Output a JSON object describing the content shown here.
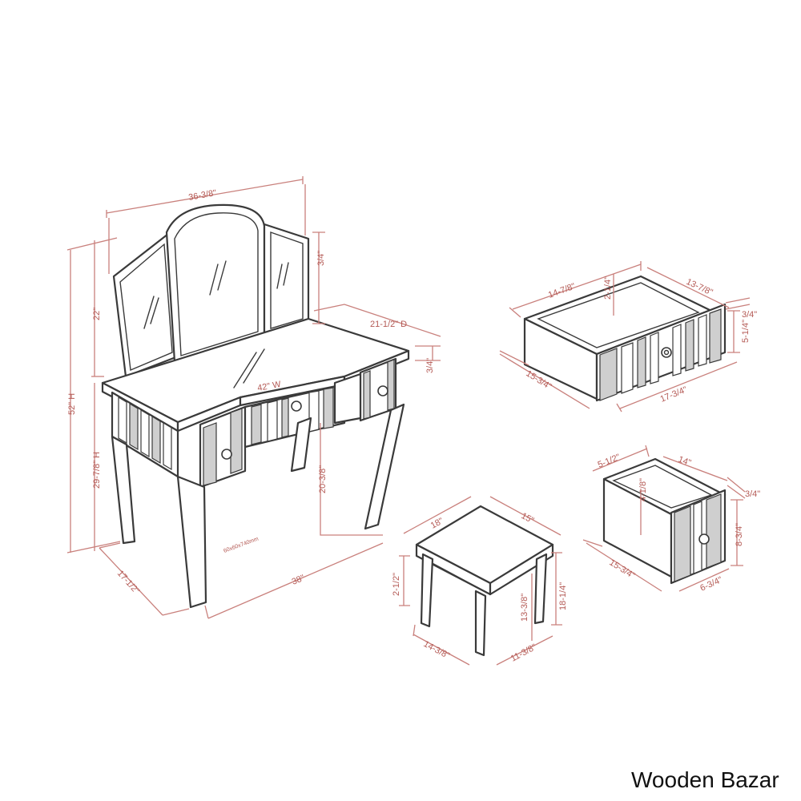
{
  "brand": "Wooden Bazar",
  "vanity": {
    "width_overall": "36-3/8\"",
    "height_total": "52\" H",
    "mirror_height": "22\"",
    "seat_height": "29-7/8\" H",
    "mirror_top_thickness": "3/4\"",
    "depth": "21-1/2\" D",
    "top_thickness": "3/4\"",
    "table_width": "42\" W",
    "knee_height": "20-3/8\"",
    "leg_span_width": "38\"",
    "leg_span_depth": "17-1/2\"",
    "note": "60x60x740mm"
  },
  "stool": {
    "seat_depth": "18\"",
    "seat_width": "15\"",
    "apron": "2-1/2\"",
    "leg_height": "13-3/8\"",
    "height": "18-1/4\"",
    "base_depth": "14-3/8\"",
    "base_width": "11-3/8\""
  },
  "large_drawer": {
    "inner_depth": "14-7/8\"",
    "inner_height": "2-1/4\"",
    "inner_width": "13-7/8\"",
    "front_thickness": "3/4\"",
    "front_height": "5-1/4\"",
    "outer_depth": "15-3/4\"",
    "front_width": "17-3/4\""
  },
  "small_drawer": {
    "inner_width": "5-1/2\"",
    "inner_depth": "14\"",
    "inner_height": "4-1/8\"",
    "front_thickness": "3/4\"",
    "front_height": "8-3/4\"",
    "outer_depth": "15-3/4\"",
    "front_width": "6-3/4\""
  },
  "colors": {
    "line": "#3a3a3a",
    "dimension": "#b45a55"
  }
}
